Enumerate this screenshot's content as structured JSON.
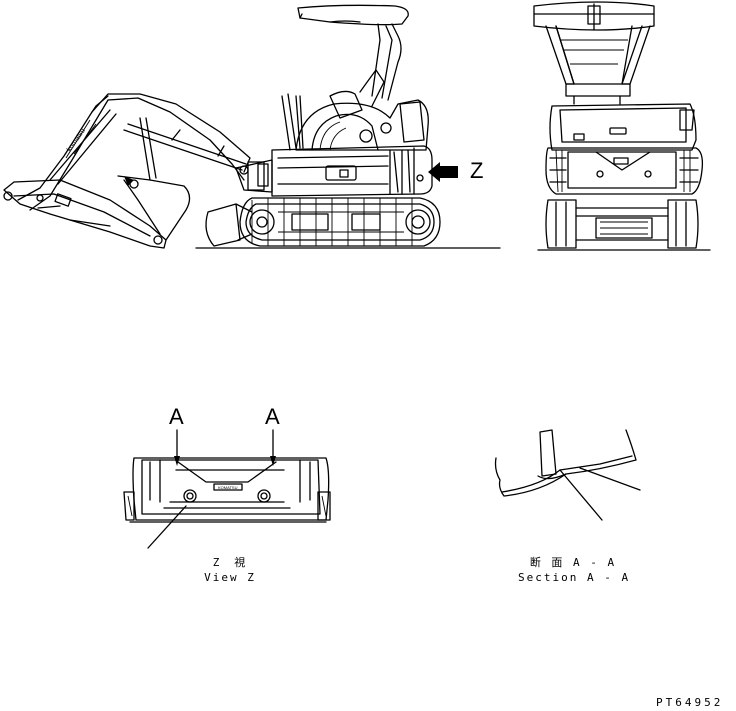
{
  "labels": {
    "view_letter": "Z",
    "section_marker": "A",
    "view_caption_jp": "Z　視",
    "view_caption_en": "View Z",
    "section_caption_jp": "断 面 A - A",
    "section_caption_en": "Section A - A",
    "drawing_number": "PT64952"
  },
  "icons": {
    "view_arrow": "left-arrow-icon",
    "section_arrow": "down-arrow-icon"
  },
  "colors": {
    "ink": "#000000",
    "paper": "#ffffff"
  }
}
